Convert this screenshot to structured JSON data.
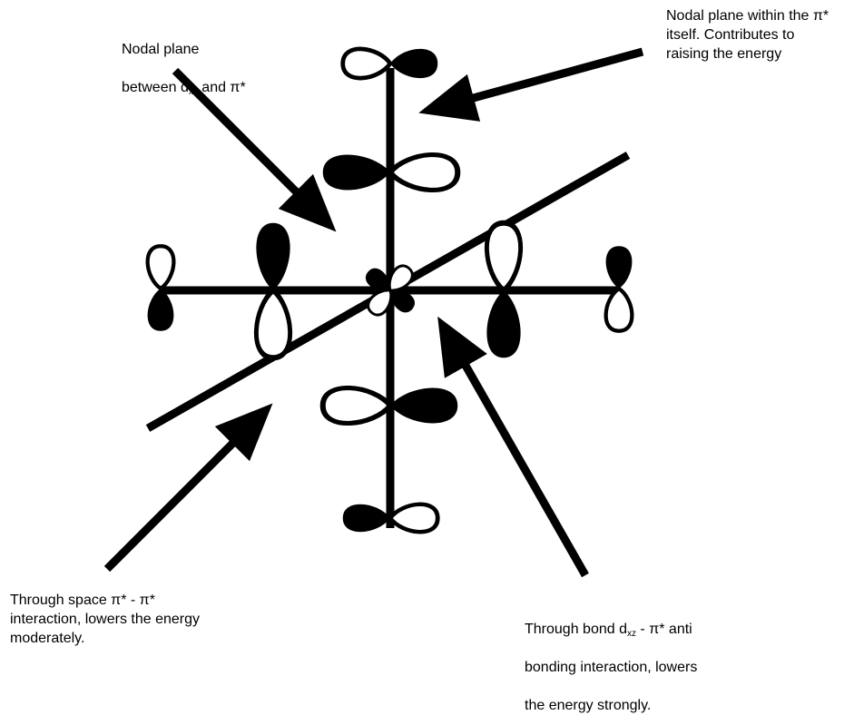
{
  "labels": {
    "top_left": {
      "line1": "Nodal plane",
      "line2_pre": "between d",
      "line2_sub": "xz",
      "line2_post": " and π*"
    },
    "top_right": "Nodal plane within the π*\nitself. Contributes to\nraising the energy",
    "bottom_left": "Through space π* - π*\ninteraction, lowers the energy\nmoderately.",
    "bottom_right": {
      "line1_pre": "Through bond d",
      "line1_sub": "xz",
      "line1_post": " - π* anti",
      "line2": "bonding interaction, lowers",
      "line3": "the energy strongly."
    }
  },
  "colors": {
    "ink": "#000000",
    "background": "#ffffff"
  }
}
